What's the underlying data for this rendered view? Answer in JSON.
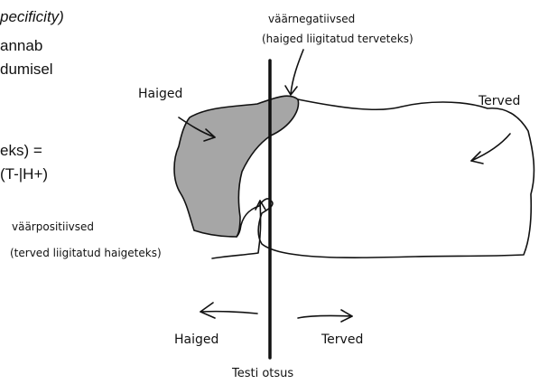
{
  "colors": {
    "ink": "#111111",
    "sick_fill": "#a6a6a6",
    "background": "#ffffff"
  },
  "left_text": {
    "line1": "pecificity)",
    "line2": "annab",
    "line3": "dumisel",
    "line4": "eks) =",
    "line5": "(T-|H+)"
  },
  "labels": {
    "false_negative": "väärnegatiivsed",
    "false_negative_desc": "(haiged liigitatud terveteks)",
    "sick_top": "Haiged",
    "healthy_top": "Terved",
    "false_positive": "väärpositiivsed",
    "false_positive_desc": "(terved liigitatud haigeteks)",
    "sick_bottom": "Haiged",
    "healthy_bottom": "Terved",
    "test_decision": "Testi otsus"
  }
}
